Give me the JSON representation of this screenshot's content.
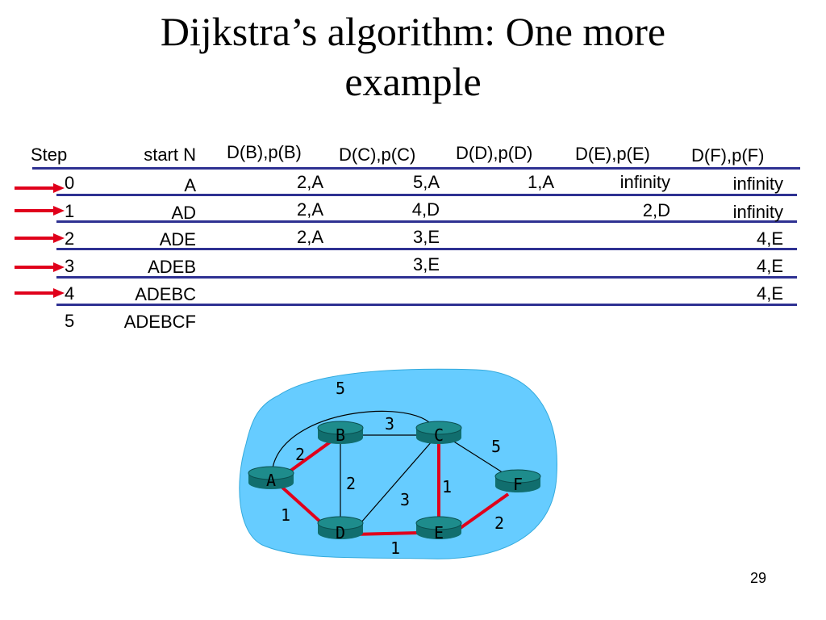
{
  "slide": {
    "title_line1": "Dijkstra’s algorithm: One more",
    "title_line2": "example",
    "page_number": "29"
  },
  "table": {
    "headers": [
      "Step",
      "start N",
      "D(B),p(B)",
      "D(C),p(C)",
      "D(D),p(D)",
      "D(E),p(E)",
      "D(F),p(F)"
    ],
    "rows": [
      [
        "0",
        "A",
        "2,A",
        "5,A",
        "1,A",
        "infinity",
        "infinity"
      ],
      [
        "1",
        "AD",
        "2,A",
        "4,D",
        "",
        "2,D",
        "infinity"
      ],
      [
        "2",
        "ADE",
        "2,A",
        "3,E",
        "",
        "",
        "4,E"
      ],
      [
        "3",
        "ADEB",
        "",
        "3,E",
        "",
        "",
        "4,E"
      ],
      [
        "4",
        "ADEBC",
        "",
        "",
        "",
        "",
        "4,E"
      ],
      [
        "5",
        "ADEBCF",
        "",
        "",
        "",
        "",
        ""
      ]
    ],
    "arrow_rows": [
      "0",
      "1",
      "2",
      "3",
      "4"
    ]
  },
  "graph": {
    "nodes": [
      "A",
      "B",
      "C",
      "D",
      "E",
      "F"
    ],
    "edges": [
      {
        "from": "A",
        "to": "B",
        "weight": "2",
        "in_tree": true
      },
      {
        "from": "A",
        "to": "D",
        "weight": "1",
        "in_tree": true
      },
      {
        "from": "A",
        "to": "C",
        "weight": "5",
        "in_tree": false
      },
      {
        "from": "B",
        "to": "C",
        "weight": "3",
        "in_tree": false
      },
      {
        "from": "B",
        "to": "D",
        "weight": "2",
        "in_tree": false
      },
      {
        "from": "C",
        "to": "E",
        "weight": "1",
        "in_tree": true
      },
      {
        "from": "C",
        "to": "F",
        "weight": "5",
        "in_tree": false
      },
      {
        "from": "D",
        "to": "E",
        "weight": "1",
        "in_tree": true
      },
      {
        "from": "D",
        "to": "C",
        "weight": "3",
        "in_tree": false
      },
      {
        "from": "E",
        "to": "F",
        "weight": "2",
        "in_tree": true
      }
    ]
  },
  "colors": {
    "table_rule": "#2e3192",
    "arrow": "#e0001b",
    "network_cloud": "#66ccff",
    "tree_edge": "#e0001b",
    "node_fill": "#1e8c8c"
  }
}
